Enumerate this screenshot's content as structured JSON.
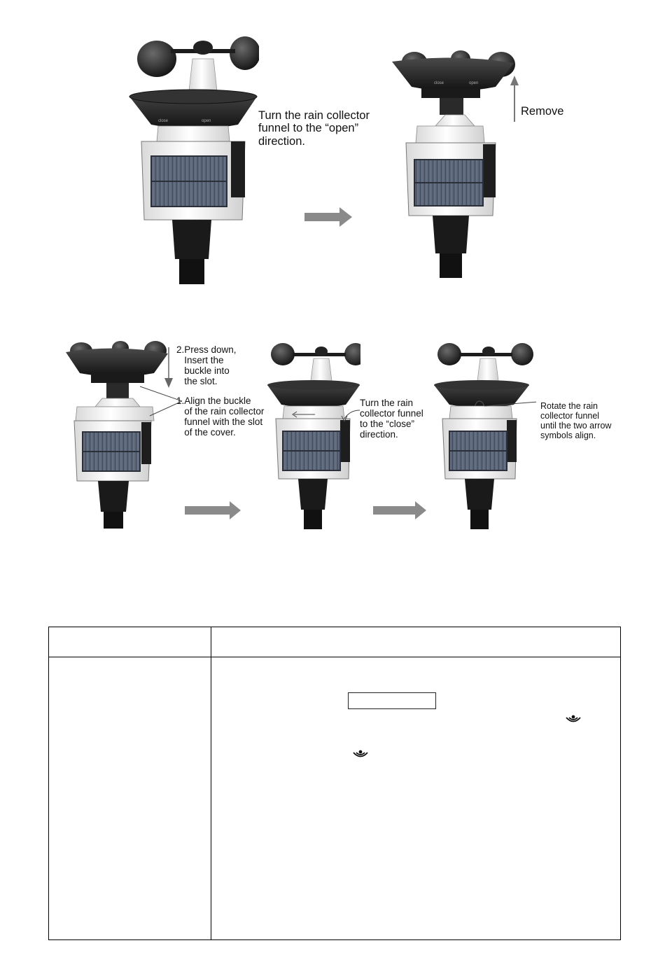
{
  "step1": {
    "callout": [
      "Turn the rain collector",
      "funnel to the “open”",
      "direction."
    ],
    "remove": "Remove"
  },
  "step2": {
    "press": [
      "2.Press down,",
      "Insert the",
      "buckle into",
      "the slot."
    ],
    "align": [
      "1.Align the buckle",
      "of the rain collector",
      "funnel with the slot",
      "of the cover."
    ],
    "turn_close": [
      "Turn the rain",
      "collector funnel",
      "to the “close”",
      "direction."
    ],
    "rotate": [
      "Rotate the rain",
      "collector funnel",
      "until the two arrow",
      "symbols align."
    ]
  },
  "icons": {
    "arrow": "right-arrow-icon",
    "signal": "wireless-signal-icon"
  },
  "colors": {
    "arrow": "#8a8a8a",
    "housing": "#f2f2f2",
    "dark": "#262626",
    "panel": "#4f5a6e"
  }
}
